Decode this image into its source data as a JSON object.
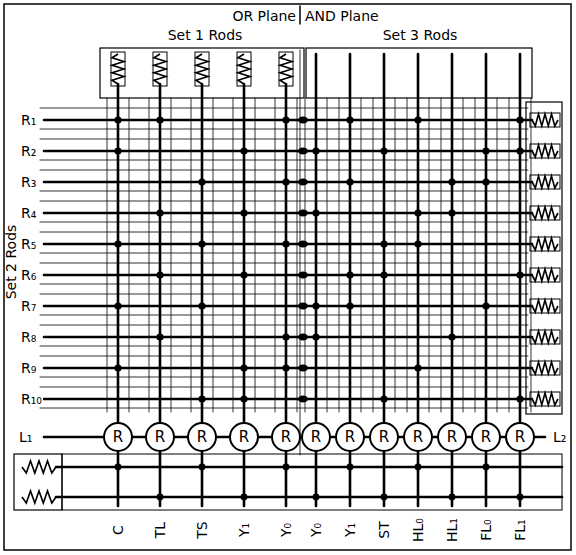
{
  "diagram": {
    "nodes": [
      {
        "text": [
          "R"
        ]
      },
      {
        "text": [
          "R"
        ]
      },
      {
        "text": [
          "R"
        ]
      },
      {
        "text": [
          "R"
        ]
      },
      {
        "text": [
          "R"
        ]
      },
      {
        "text": [
          "R"
        ]
      },
      {
        "text": [
          "R"
        ]
      },
      {
        "text": [
          "R"
        ]
      },
      {
        "text": [
          "R"
        ]
      },
      {
        "text": [
          "R"
        ]
      },
      {
        "text": [
          "R"
        ]
      },
      {
        "text": [
          "R"
        ]
      }
    ],
    "labels": [
      "OR Plane",
      "AND Plane",
      "Set 1 Rods",
      "Set 3 Rods",
      "R₁",
      "R₂",
      "R₃",
      "R₄",
      "R₅",
      "R₆",
      "R₇",
      "R₈",
      "R₉",
      "R₁₀",
      "Set 2 Rods",
      "L₁",
      "L₂",
      "C",
      "TL",
      "TS",
      "Y₁",
      "Y₀",
      "Y₀",
      "Y₁",
      "ST",
      "HL₀",
      "HL₁",
      "FL₀",
      "FL₁"
    ]
  }
}
